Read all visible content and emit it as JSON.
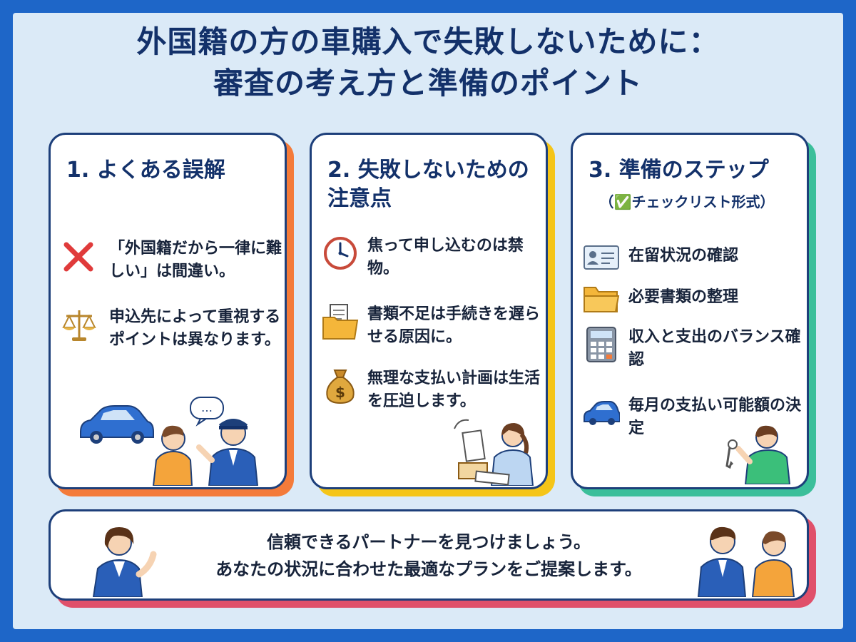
{
  "title": {
    "line1": "外国籍の方の車購入で失敗しないために：",
    "line2": "審査の考え方と準備のポイント"
  },
  "colors": {
    "background_frame": "#1e66c8",
    "panel": "#dbeaf7",
    "title_text": "#13316a",
    "card1_accent": "#f47b3a",
    "card2_accent": "#f5c518",
    "card3_accent": "#3bbf9a",
    "banner_accent": "#e0506a"
  },
  "cards": [
    {
      "title": "1. よくある誤解",
      "items": [
        {
          "icon": "cross-mark-icon",
          "text": "「外国籍だから一律に難しい」は間違い。"
        },
        {
          "icon": "balance-scale-icon",
          "text": "申込先によって重視するポイントは異なります。"
        }
      ]
    },
    {
      "title": "2. 失敗しないための注意点",
      "items": [
        {
          "icon": "clock-icon",
          "text": "焦って申し込むのは禁物。"
        },
        {
          "icon": "document-folder-icon",
          "text": "書類不足は手続きを遅らせる原因に。"
        },
        {
          "icon": "money-bag-icon",
          "text": "無理な支払い計画は生活を圧迫します。"
        }
      ]
    },
    {
      "title": "3. 準備のステップ",
      "subtitle": "（✅チェックリスト形式）",
      "items": [
        {
          "icon": "id-card-icon",
          "text": "在留状況の確認"
        },
        {
          "icon": "folder-icon",
          "text": "必要書類の整理"
        },
        {
          "icon": "calculator-icon",
          "text": "収入と支出のバランス確認"
        },
        {
          "icon": "car-icon",
          "text": "毎月の支払い可能額の決定"
        }
      ]
    }
  ],
  "banner": {
    "line1": "信頼できるパートナーを見つけましょう。",
    "line2": "あなたの状況に合わせた最適なプランをご提案します。",
    "speech_dots": "…"
  }
}
